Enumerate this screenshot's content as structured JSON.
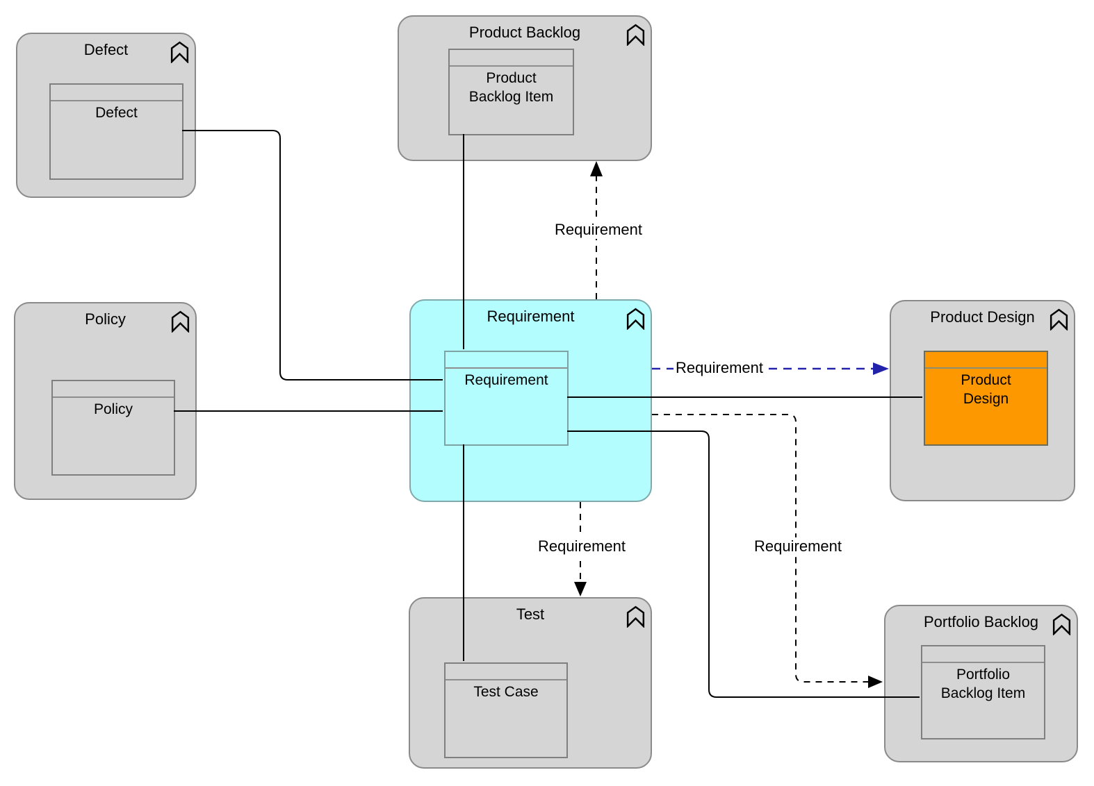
{
  "diagram": {
    "containers": [
      {
        "title": "Defect",
        "item": "Defect"
      },
      {
        "title": "Policy",
        "item": "Policy"
      },
      {
        "title": "Product Backlog",
        "item": "Product\nBacklog Item"
      },
      {
        "title": "Requirement",
        "item": "Requirement"
      },
      {
        "title": "Test",
        "item": "Test Case"
      },
      {
        "title": "Product Design",
        "item": "Product\nDesign"
      },
      {
        "title": "Portfolio Backlog",
        "item": "Portfolio\nBacklog Item"
      }
    ],
    "edge_labels": {
      "to_product_backlog": "Requirement",
      "to_product_design": "Requirement",
      "to_test": "Requirement",
      "to_portfolio_backlog": "Requirement"
    }
  },
  "colors": {
    "background": "#ffffff",
    "container_fill": "#d5d5d5",
    "container_border": "#8a8a8a",
    "highlight_fill": "#b3fdff",
    "orange_fill": "#fe9801",
    "edge_black": "#000000",
    "edge_blue": "#2222aa"
  }
}
